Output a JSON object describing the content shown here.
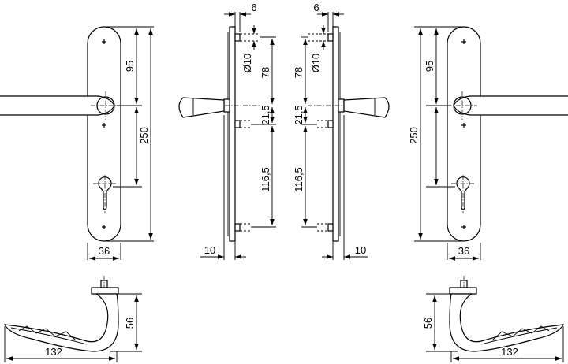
{
  "dimensions": {
    "plate_width": "36",
    "handle_to_spindle": "95",
    "plate_length": "250",
    "screw_offset": "6",
    "screw_diameter": "Ø10",
    "top_screw_to_axis": "78",
    "axis_to_screw": "21,5",
    "screw_to_bottom_screw": "116,5",
    "plate_thickness": "10",
    "handle_length": "132",
    "handle_height": "56"
  }
}
